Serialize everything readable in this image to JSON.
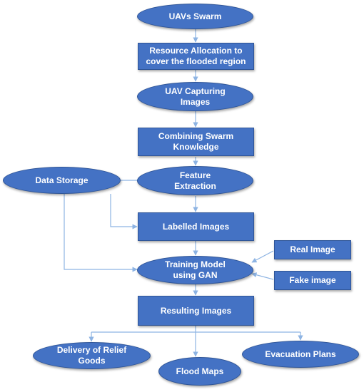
{
  "nodes": {
    "uavs_swarm": "UAVs Swarm",
    "resource_allocation": "Resource Allocation to\ncover the flooded region",
    "uav_capturing": "UAV Capturing\nImages",
    "combining_knowledge": "Combining Swarm\nKnowledge",
    "data_storage": "Data Storage",
    "feature_extraction": "Feature\nExtraction",
    "labelled_images": "Labelled Images",
    "training_model": "Training Model\nusing GAN",
    "real_image": "Real Image",
    "fake_image": "Fake image",
    "resulting_images": "Resulting Images",
    "delivery": "Delivery of Relief\nGoods",
    "flood_maps": "Flood Maps",
    "evacuation": "Evacuation Plans"
  },
  "colors": {
    "fill": "#4472c4",
    "border": "#2f5597",
    "connector": "#8eb4e3"
  }
}
